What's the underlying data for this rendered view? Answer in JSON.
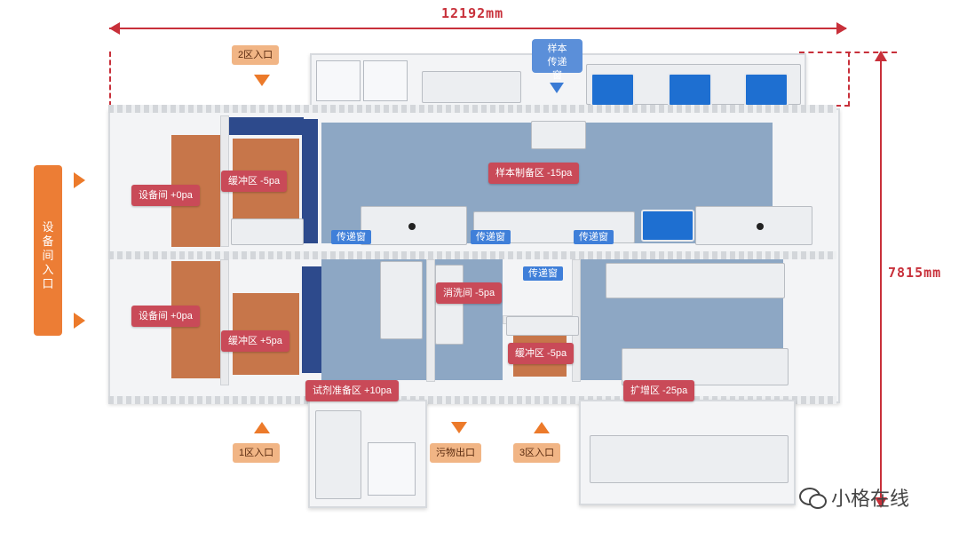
{
  "dimensions": {
    "width_label": "12192mm",
    "height_label": "7815mm"
  },
  "colors": {
    "dimension": "#c8303a",
    "arrow": "#ec7a2a",
    "room_label": "#c94a58",
    "window_label": "#3f7fd9",
    "floor_blue": "#8da7c4",
    "floor_orange": "#c7764a"
  },
  "entrances": {
    "zone2": "2区入口",
    "zone1": "1区入口",
    "waste": "污物出口",
    "zone3": "3区入口",
    "equipment": "设备间入口"
  },
  "rooms": {
    "equipment_upper": "设备间 +0pa",
    "equipment_lower": "设备间 +0pa",
    "buffer_upper_left": "缓冲区 -5pa",
    "buffer_lower_left": "缓冲区 +5pa",
    "sample_prep": "样本制备区 -15pa",
    "washing": "消洗间 -5pa",
    "buffer_middle": "缓冲区 -5pa",
    "reagent_prep": "试剂准备区 +10pa",
    "amplification": "扩增区 -25pa"
  },
  "pass_windows": {
    "sample_window": "样本传递窗",
    "w1": "传递窗",
    "w2": "传递窗",
    "w3": "传递窗",
    "w4": "传递窗"
  },
  "icons": [
    "arrow-down-icon",
    "arrow-up-icon",
    "arrow-right-icon",
    "wechat-icon"
  ],
  "watermark": "小格在线"
}
